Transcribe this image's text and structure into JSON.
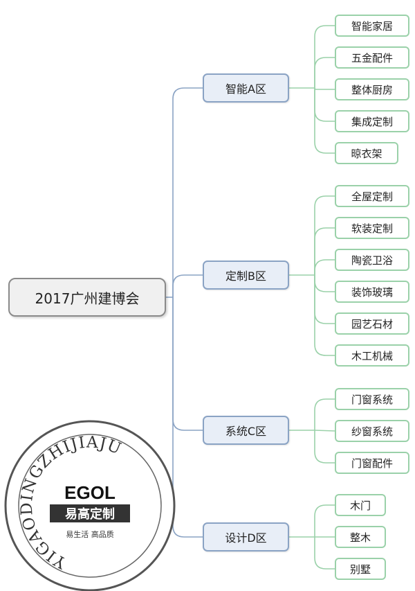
{
  "title": "2017广州建博会",
  "colors": {
    "root_border": "#8a8a8a",
    "zone_border": "#8aa3c4",
    "zone_fill": "#e8eef7",
    "leaf_border": "#9ad1a9",
    "trunk_line": "#8aa3c4",
    "branch_line": "#9ad1a9"
  },
  "zones": [
    {
      "label": "智能A区",
      "items": [
        "智能家居",
        "五金配件",
        "整体厨房",
        "集成定制",
        "晾衣架"
      ]
    },
    {
      "label": "定制B区",
      "items": [
        "全屋定制",
        "软装定制",
        "陶瓷卫浴",
        "装饰玻璃",
        "园艺石材",
        "木工机械"
      ]
    },
    {
      "label": "系统C区",
      "items": [
        "门窗系统",
        "纱窗系统",
        "门窗配件"
      ]
    },
    {
      "label": "设计D区",
      "items": [
        "木门",
        "整木",
        "别墅"
      ]
    }
  ],
  "logo": {
    "ring_text": "YIGAODINGZHIJIAJU",
    "brand": "EGOL",
    "name": "易高定制",
    "slogan": "易生活 高品质"
  }
}
